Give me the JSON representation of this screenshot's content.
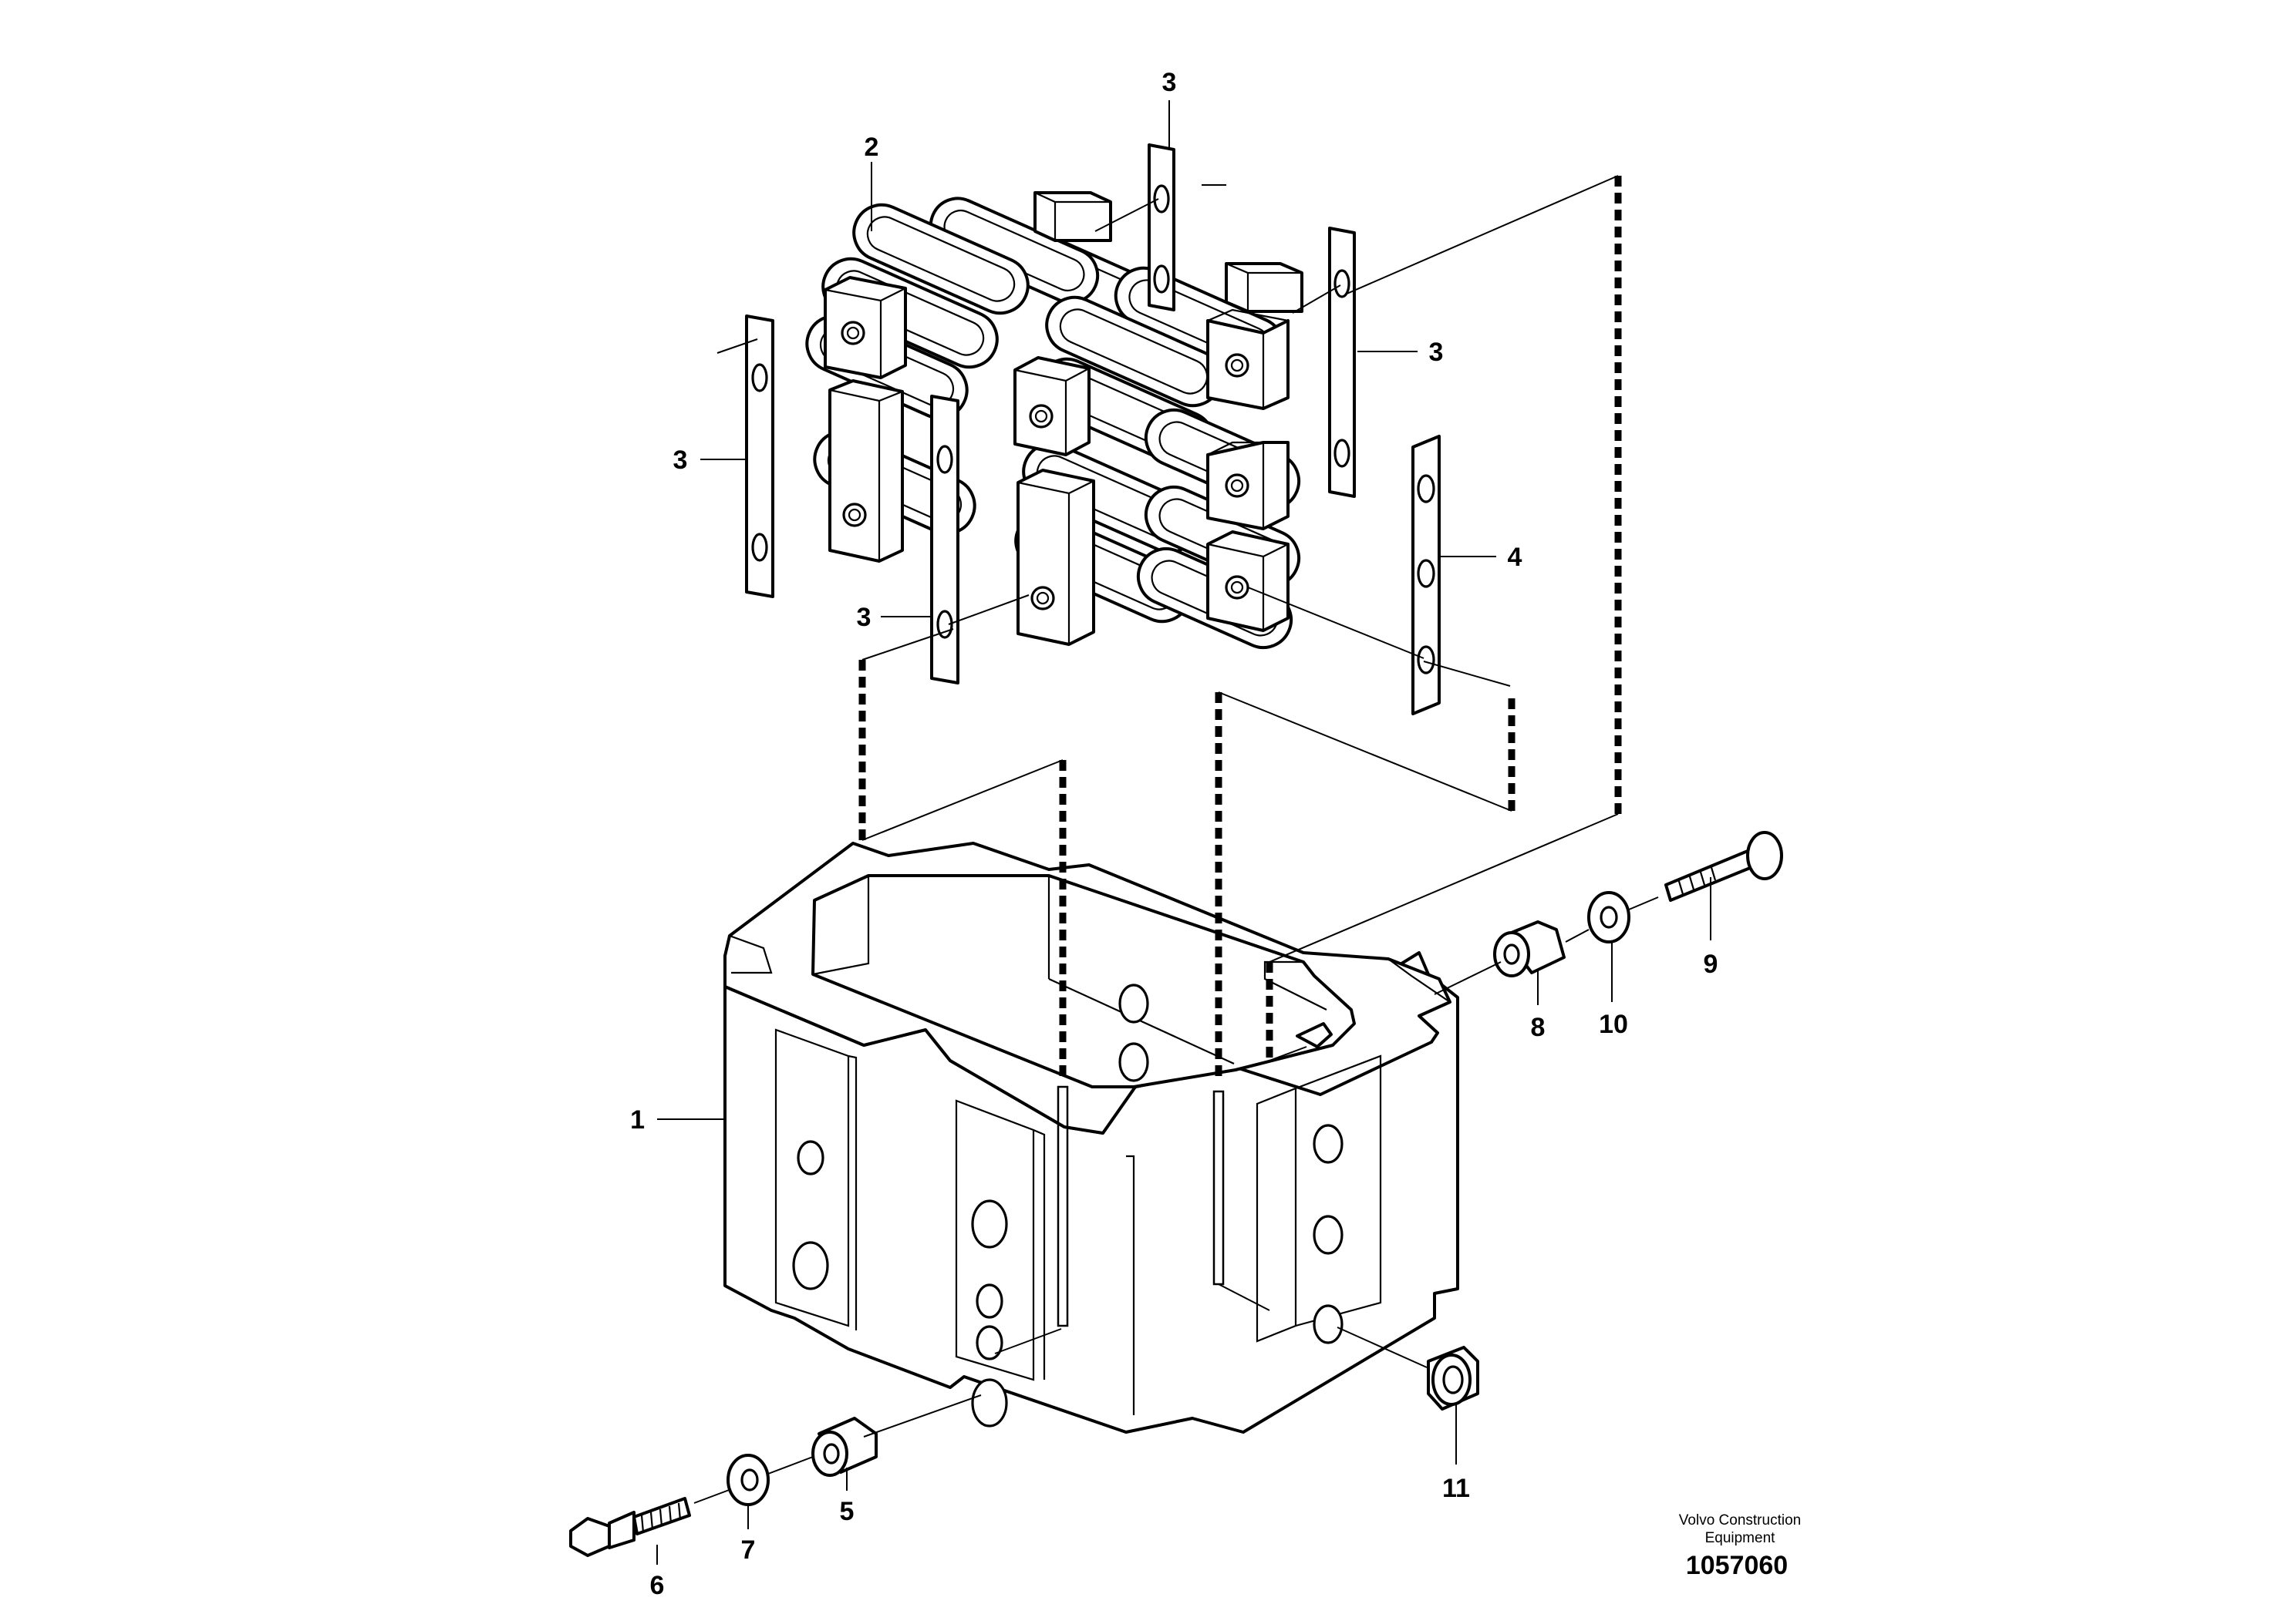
{
  "diagram": {
    "callouts": [
      {
        "id": "callout-1",
        "text": "1"
      },
      {
        "id": "callout-2",
        "text": "2"
      },
      {
        "id": "callout-3-top",
        "text": "3"
      },
      {
        "id": "callout-3-right",
        "text": "3"
      },
      {
        "id": "callout-3-left",
        "text": "3"
      },
      {
        "id": "callout-3-center",
        "text": "3"
      },
      {
        "id": "callout-4",
        "text": "4"
      },
      {
        "id": "callout-5",
        "text": "5"
      },
      {
        "id": "callout-6",
        "text": "6"
      },
      {
        "id": "callout-7",
        "text": "7"
      },
      {
        "id": "callout-8",
        "text": "8"
      },
      {
        "id": "callout-9",
        "text": "9"
      },
      {
        "id": "callout-10",
        "text": "10"
      },
      {
        "id": "callout-11",
        "text": "11"
      }
    ],
    "caption": {
      "line1": "Volvo Construction",
      "line2": "Equipment",
      "reference": "1057060"
    }
  }
}
